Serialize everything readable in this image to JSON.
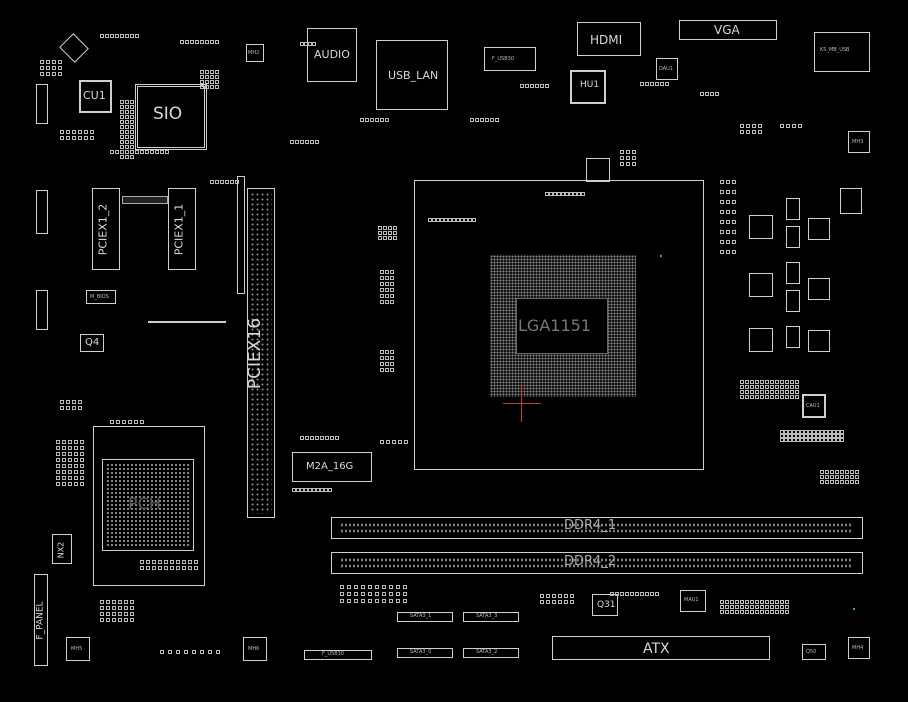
{
  "colors": {
    "background": "#000000",
    "silkscreen": "#d8d8d8",
    "marker": "#c83c3c",
    "via": "#3cb43c"
  },
  "labels": {
    "sio": "SIO",
    "cu1": "CU1",
    "mh2": "MH2",
    "mh3": "MH3",
    "mh4": "MH4",
    "mh5": "MH5",
    "mh6": "MH6",
    "audio": "AUDIO",
    "usb_lan": "USB_LAN",
    "f_usb30_top": "F_USB30",
    "hdmi": "HDMI",
    "hu1": "HU1",
    "vga": "VGA",
    "ks_mb_usb": "KS_MB_USB",
    "pciex1_2": "PCIEX1_2",
    "pciex1_1": "PCIEX1_1",
    "pciex16": "PCIEX16",
    "m_bios": "M_BIOS",
    "q4": "Q4",
    "m2a": "M2A_16G",
    "lga": "LGA1151",
    "pch": "PCH",
    "ddr4_1": "DDR4_1",
    "ddr4_2": "DDR4_2",
    "atx": "ATX",
    "q31": "Q31",
    "sata_1": "SATA3_1",
    "sata_3": "SATA3_3",
    "sata_0": "SATA3_0",
    "sata_2": "SATA3_2",
    "f_usb30_bottom": "F_USB30",
    "f_panel": "F_PANEL",
    "nx2": "NX2",
    "q50": "Q50",
    "cau1": "CAU1",
    "mau1": "MAU1",
    "dau1": "DAU1"
  }
}
